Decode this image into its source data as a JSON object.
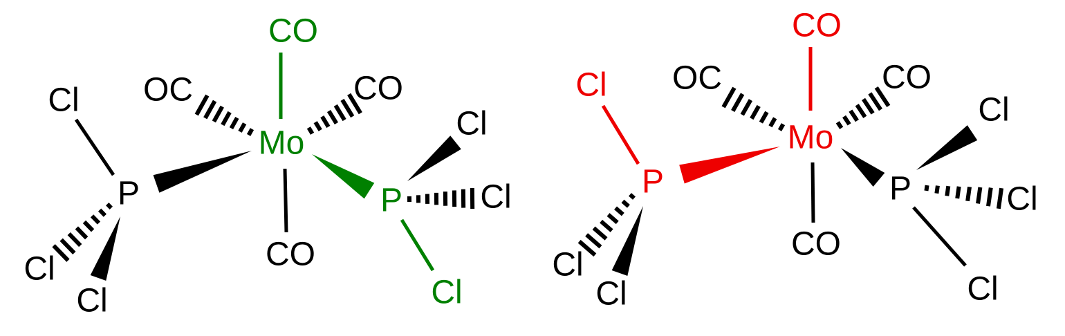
{
  "colors": {
    "green": "#008000",
    "red": "#ee0000",
    "black": "#000000"
  },
  "left_molecule": {
    "atoms": {
      "mo": "Mo",
      "co_top": "CO",
      "oc_upper_left": "OC",
      "co_upper_right": "CO",
      "co_bottom": "CO",
      "p_left": "P",
      "cl_left_upper": "Cl",
      "cl_left_lower": "Cl",
      "cl_left_bottom": "Cl",
      "p_right": "P",
      "cl_right_upper": "Cl",
      "cl_right_middle": "Cl",
      "cl_right_bottom": "Cl"
    }
  },
  "right_molecule": {
    "atoms": {
      "mo": "Mo",
      "co_top": "CO",
      "oc_upper_left": "OC",
      "co_upper_right": "CO",
      "co_bottom": "CO",
      "cl_left_upper": "Cl",
      "p_left": "P",
      "cl_left_lower": "Cl",
      "cl_left_bottom": "Cl",
      "p_right": "P",
      "cl_right_upper": "Cl",
      "cl_right_middle": "Cl",
      "cl_right_bottom": "Cl"
    }
  }
}
